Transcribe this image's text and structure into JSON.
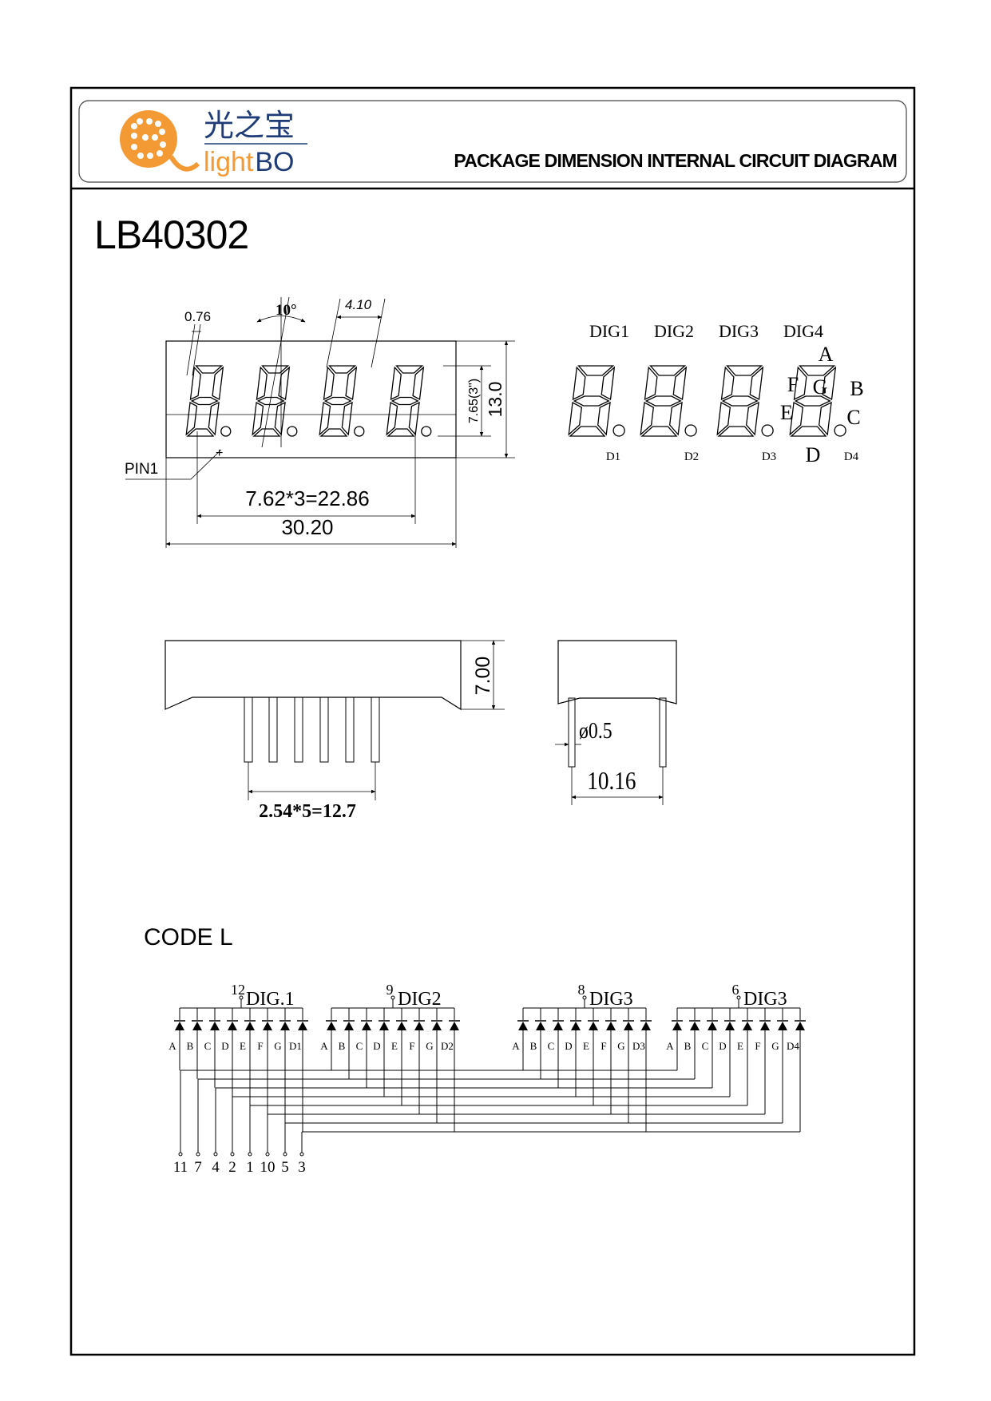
{
  "header": {
    "logo_cn": "光之宝",
    "logo_text_light": "light",
    "logo_text_bo": "BO",
    "doc_title": "PACKAGE DIMENSION INTERNAL CIRCUIT DIAGRAM"
  },
  "part_number": "LB40302",
  "front_view": {
    "dim_segment_width": "0.76",
    "dim_slant": "10°",
    "dim_digit_width": "4.10",
    "dim_digit_height": "7.65(3\")",
    "dim_total_height": "13.0",
    "pin1_label": "PIN1",
    "dim_pitch": "7.62*3=22.86",
    "dim_total_width": "30.20"
  },
  "segment_map": {
    "digit_labels": [
      "DIG1",
      "DIG2",
      "DIG3",
      "DIG4"
    ],
    "dp_labels": [
      "D1",
      "D2",
      "D3",
      "D4"
    ],
    "segments": {
      "a": "A",
      "b": "B",
      "c": "C",
      "d": "D",
      "e": "E",
      "f": "F",
      "g": "G"
    }
  },
  "side_view": {
    "dim_height": "7.00",
    "dim_pin_pitch": "2.54*5=12.7"
  },
  "end_view": {
    "dim_pin_dia": "ø0.5",
    "dim_row_spacing": "10.16"
  },
  "circuit": {
    "title": "CODE L",
    "digits": [
      {
        "pin": "12",
        "label": "DIG.1",
        "anodes": [
          "A",
          "B",
          "C",
          "D",
          "E",
          "F",
          "G",
          "D1"
        ]
      },
      {
        "pin": "9",
        "label": "DIG2",
        "anodes": [
          "A",
          "B",
          "C",
          "D",
          "E",
          "F",
          "G",
          "D2"
        ]
      },
      {
        "pin": "8",
        "label": "DIG3",
        "anodes": [
          "A",
          "B",
          "C",
          "D",
          "E",
          "F",
          "G",
          "D3"
        ]
      },
      {
        "pin": "6",
        "label": "DIG3",
        "anodes": [
          "A",
          "B",
          "C",
          "D",
          "E",
          "F",
          "G",
          "D4"
        ]
      }
    ],
    "segment_pins": [
      "11",
      "7",
      "4",
      "2",
      "1",
      "10",
      "5",
      "3"
    ]
  }
}
